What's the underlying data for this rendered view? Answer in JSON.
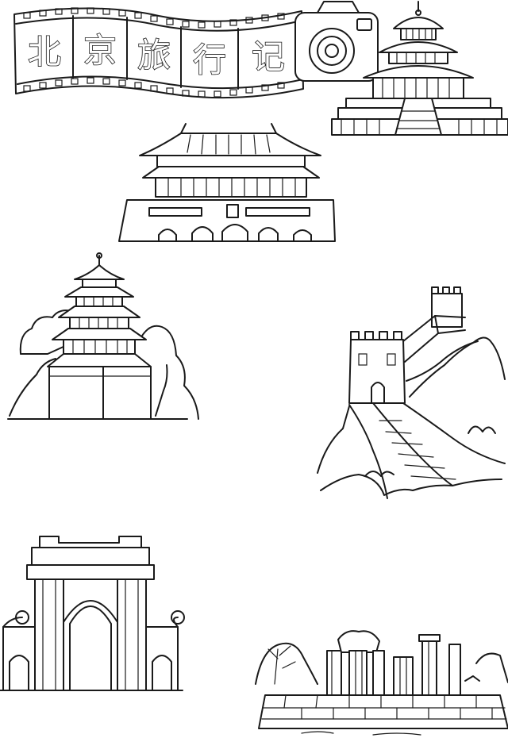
{
  "title_banner": {
    "chars": [
      "北",
      "京",
      "旅",
      "行",
      "记"
    ]
  },
  "icons": {
    "camera": "camera-icon",
    "temple_of_heaven": "temple-of-heaven-icon",
    "tiananmen_gate": "tiananmen-gate-icon",
    "summer_palace_tower": "summer-palace-tower-icon",
    "great_wall": "great-wall-icon",
    "university_gate": "university-gate-icon",
    "old_summer_palace_ruins": "old-summer-palace-ruins-icon"
  },
  "colors": {
    "line": "#1a1a1a",
    "background": "#ffffff"
  }
}
